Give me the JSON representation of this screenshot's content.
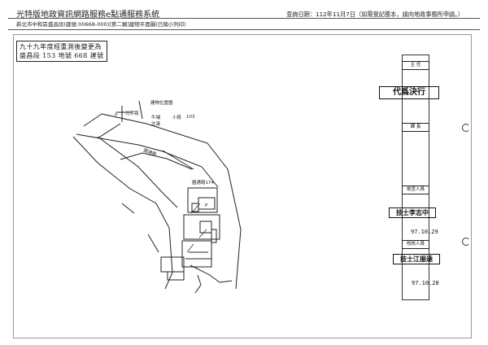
{
  "header": {
    "system_title": "光特版地政資訊網路服務e點通服務系統",
    "query_date": "查詢日期：112年11月7日（如需登記謄本，請向地政事務所申請。）",
    "record_line": "新北市中和區盛昌段(建號:00668-000)[第二類]建物平面圖(已縮小列印)"
  },
  "document": {
    "title_line1": "九十九年度經重測後變更為",
    "title_line2": "盛昌段 153 地號 668 建號"
  },
  "map_labels": {
    "north_marker": "十",
    "label_a": "建物位置圖",
    "label_b": "元宇路",
    "label_c": "圓通路",
    "label_d": "牛埔",
    "label_e": "小段",
    "label_f": "北港",
    "label_g": "103",
    "road_label": "圓通路174",
    "parcel_p": "P"
  },
  "right_panel": {
    "box1": "主 任",
    "stamp_main": "代爲決行",
    "box2": "課 長",
    "box3": "檢查人員",
    "stamp_checker": "技士李志中",
    "date1": "97.10.29",
    "box4": "校核人員",
    "stamp_reviewer": "技士江振達",
    "date2": "97.10.28"
  }
}
